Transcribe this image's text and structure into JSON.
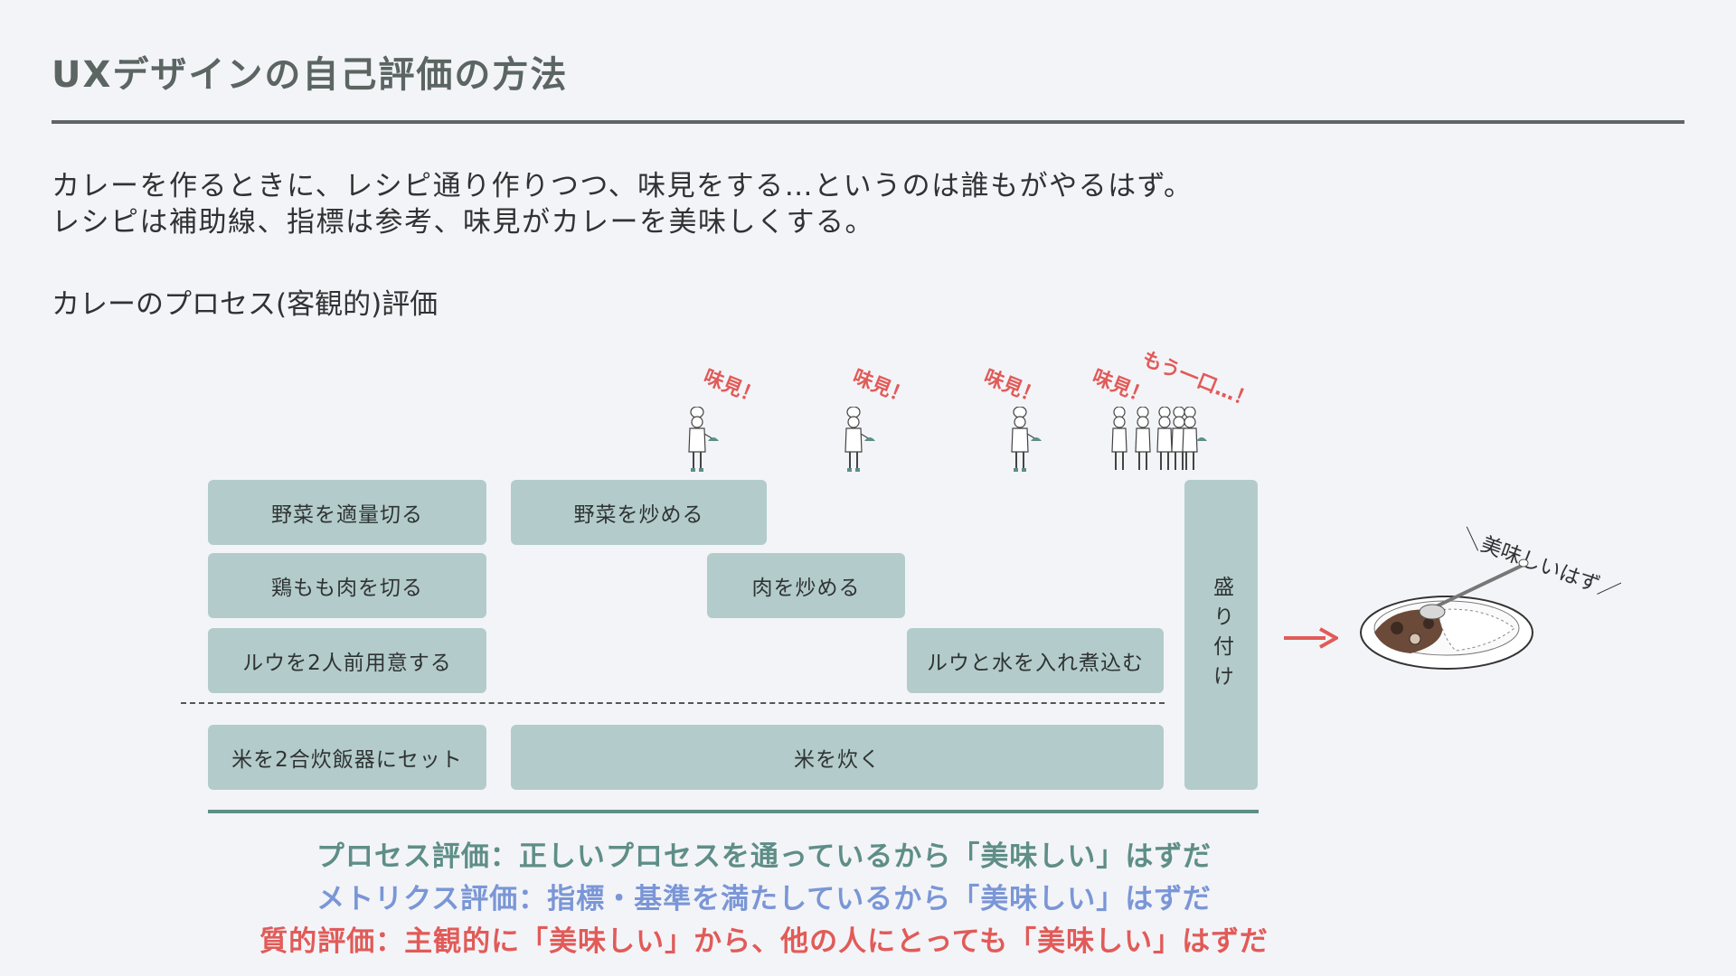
{
  "title": "UXデザインの自己評価の方法",
  "intro": {
    "line1": "カレーを作るときに、レシピ通り作りつつ、味見をする…というのは誰もがやるはず。",
    "line2": "レシピは補助線、指標は参考、味見がカレーを美味しくする。"
  },
  "subheading": "カレーのプロセス(客観的)評価",
  "steps": {
    "cut_vegetables": "野菜を適量切る",
    "cut_chicken": "鶏もも肉を切る",
    "prepare_roux": "ルウを2人前用意する",
    "set_rice": "米を2合炊飯器にセット",
    "fry_vegetables": "野菜を炒める",
    "fry_meat": "肉を炒める",
    "simmer": "ルウと水を入れ煮込む",
    "cook_rice": "米を炊く",
    "serve": "盛り付け"
  },
  "tasting": {
    "taste1": "味見！",
    "taste2": "味見！",
    "taste3": "味見！",
    "taste4": "味見！",
    "one_more": "もう一口…！"
  },
  "speech": "＼美味しいはず／",
  "evaluations": {
    "process": "プロセス評価：正しいプロセスを通っているから「美味しい」はずだ",
    "metrics": "メトリクス評価：指標・基準を満たしているから「美味しい」はずだ",
    "qualitative": "質的評価：主観的に「美味しい」から、他の人にとっても「美味しい」はずだ"
  },
  "colors": {
    "process": "#5e8e87",
    "metrics": "#7a96d6",
    "qualitative": "#e15b58",
    "step_fill": "#b3cccb",
    "arrow": "#e15b58"
  },
  "icons": [
    "chef-icon",
    "arrow-right-icon",
    "curry-plate-icon"
  ]
}
